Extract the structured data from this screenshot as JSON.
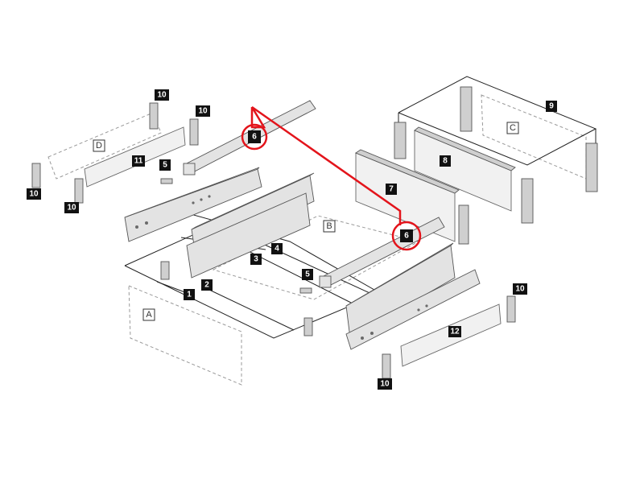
{
  "colors": {
    "highlight": "#e3141b",
    "label_bg": "#111111",
    "label_text": "#ffffff",
    "panel_fill": "#e3e3e3",
    "outline": "#555555"
  },
  "callouts": {
    "n1": "1",
    "n2": "2",
    "n3": "3",
    "n4": "4",
    "n5a": "5",
    "n5b": "5",
    "n6a": "6",
    "n6b": "6",
    "n7": "7",
    "n8": "8",
    "n9": "9",
    "n10a": "10",
    "n10b": "10",
    "n10c": "10",
    "n10d": "10",
    "n10e": "10",
    "n10f": "10",
    "n11": "11",
    "n12": "12"
  },
  "panel_letters": {
    "a": "A",
    "b": "B",
    "c": "C",
    "d": "D"
  }
}
